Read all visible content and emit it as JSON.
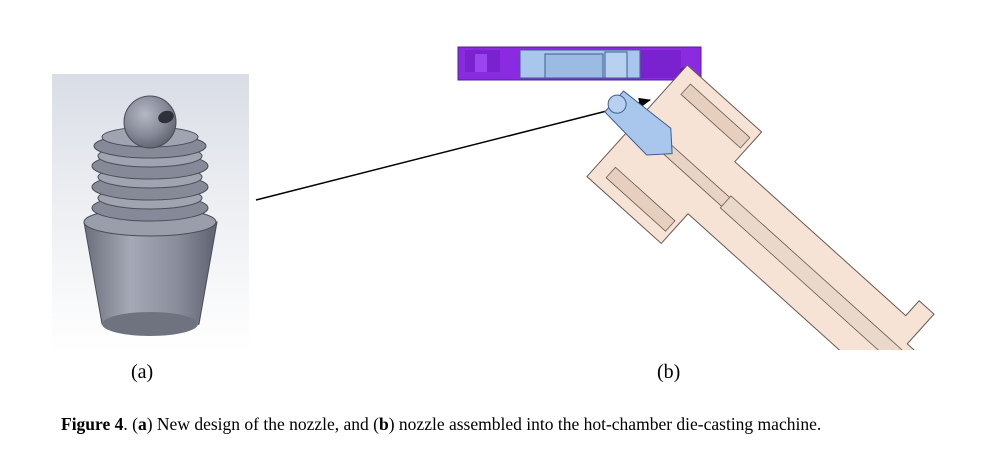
{
  "figure": {
    "label_a": "(a)",
    "label_b": "(b)",
    "caption": {
      "figure_label": "Figure 4",
      "sep1": ". (",
      "part_a": "a",
      "text_a": ") New design of the nozzle, and (",
      "part_b": "b",
      "text_b": ") nozzle assembled into the hot-chamber die-casting machine."
    }
  },
  "colors": {
    "nozzle_gray": "#8a8e9c",
    "die_purple": "#8a2be2",
    "insert_blue": "#a9c6ec",
    "body_peach": "#f6e3d6",
    "arrow": "#000000"
  },
  "icons": {
    "nozzle_render": "3d-nozzle-render",
    "assembly_section": "cross-section-assembly",
    "pointer_arrow": "arrow-right-up"
  }
}
